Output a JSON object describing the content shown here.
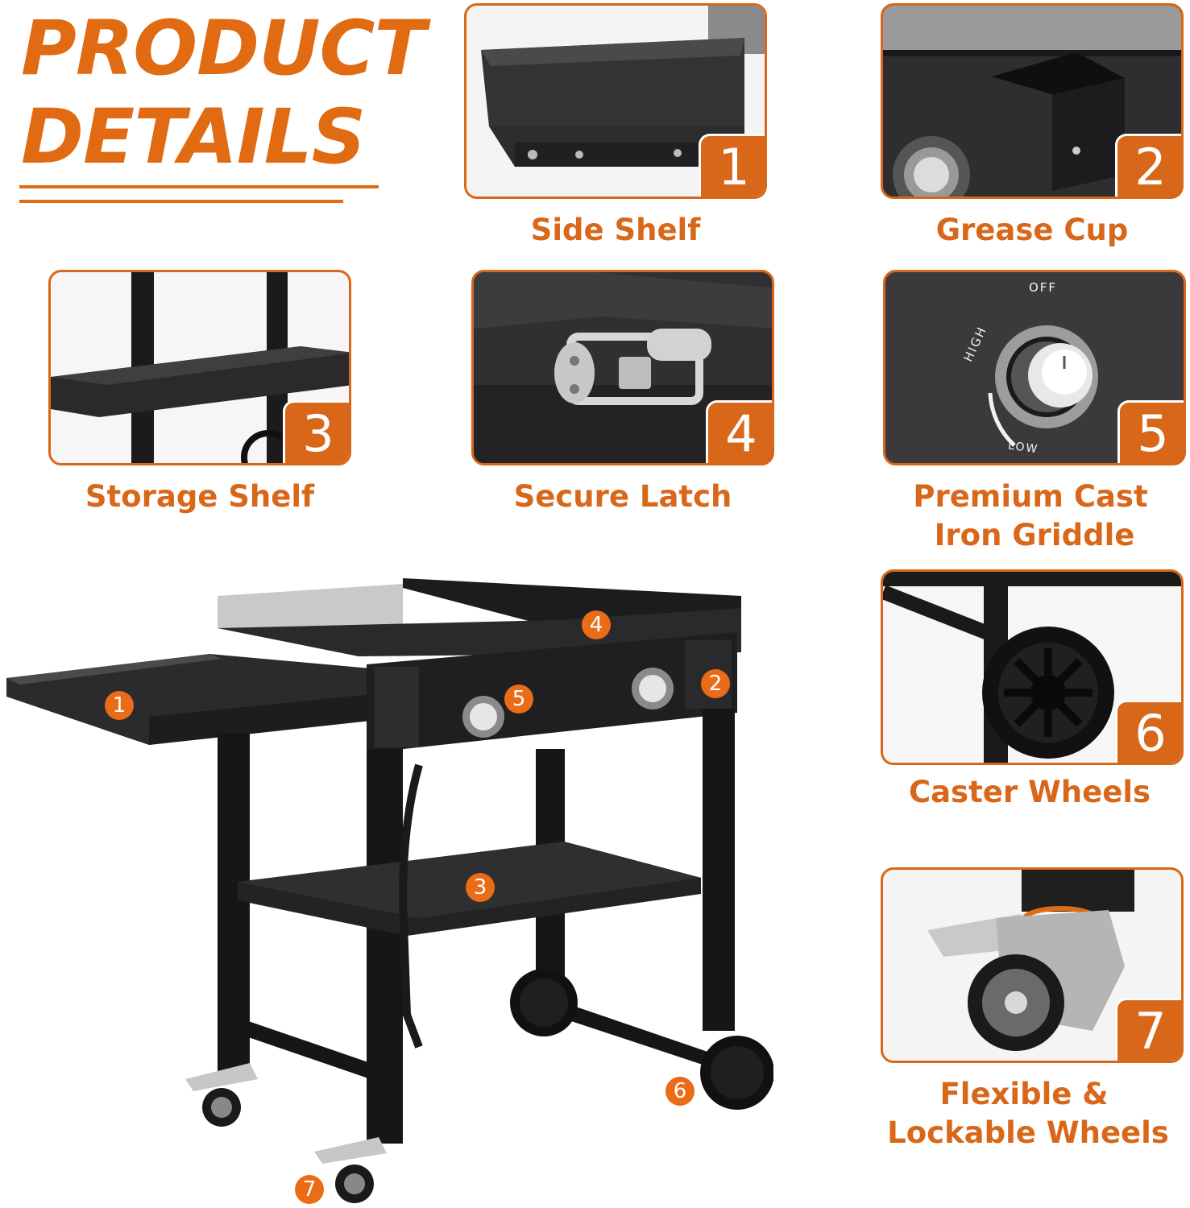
{
  "header": {
    "title_line1": "PRODUCT",
    "title_line2": "DETAILS"
  },
  "features": [
    {
      "number": "1",
      "label": "Side Shelf"
    },
    {
      "number": "2",
      "label": "Grease Cup"
    },
    {
      "number": "3",
      "label": "Storage Shelf"
    },
    {
      "number": "4",
      "label": "Secure Latch"
    },
    {
      "number": "5",
      "label_line1": "Premium Cast",
      "label_line2": "Iron Griddle"
    },
    {
      "number": "6",
      "label": "Caster Wheels"
    },
    {
      "number": "7",
      "label_line1": "Flexible &",
      "label_line2": "Lockable Wheels"
    }
  ],
  "knob_labels": {
    "off": "OFF",
    "high": "HIGH",
    "low": "LOW"
  },
  "colors": {
    "accent": "#e06b12",
    "panel_bg": "#3a3a3c",
    "background": "#ffffff"
  }
}
